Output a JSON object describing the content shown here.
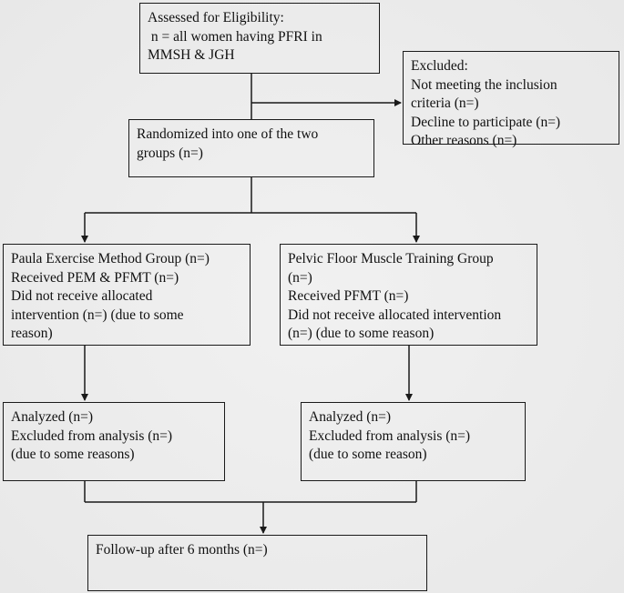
{
  "flowchart": {
    "eligibility": {
      "lines": [
        "Assessed for Eligibility:",
        " n = all women having PFRI in",
        "MMSH & JGH"
      ]
    },
    "excluded": {
      "lines": [
        "Excluded:",
        "Not meeting the inclusion",
        "criteria (n=)",
        "Decline to participate (n=)",
        "Other reasons (n=)"
      ]
    },
    "randomized": {
      "lines": [
        "Randomized into one of the two",
        "groups (n=)"
      ]
    },
    "pem_group": {
      "lines": [
        "Paula Exercise Method Group (n=)",
        "Received PEM & PFMT (n=)",
        "Did not receive allocated",
        "intervention (n=) (due to some",
        "reason)"
      ]
    },
    "pfmt_group": {
      "lines": [
        "Pelvic Floor Muscle Training Group",
        "(n=)",
        "Received PFMT (n=)",
        "Did not receive allocated intervention",
        "(n=) (due to some reason)"
      ]
    },
    "analyzed_left": {
      "lines": [
        "Analyzed (n=)",
        "Excluded from analysis (n=)",
        "(due to some reasons)"
      ]
    },
    "analyzed_right": {
      "lines": [
        "Analyzed (n=)",
        "Excluded from analysis (n=)",
        "(due to some reason)"
      ]
    },
    "followup": {
      "lines": [
        "Follow-up after 6 months (n=)"
      ]
    }
  }
}
